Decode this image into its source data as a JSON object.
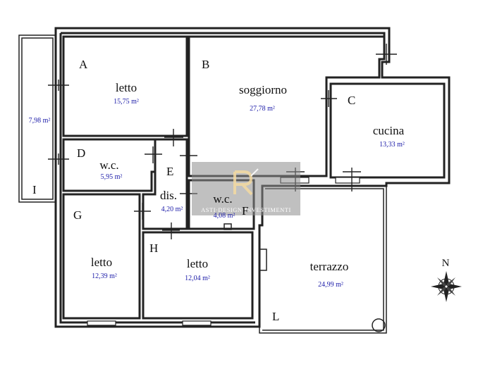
{
  "rooms": {
    "A": {
      "letter": "A",
      "name": "letto",
      "area": "15,75 m²"
    },
    "B": {
      "letter": "B",
      "name": "soggiorno",
      "area": "27,78 m²"
    },
    "C": {
      "letter": "C",
      "name": "cucina",
      "area": "13,33 m²"
    },
    "D": {
      "letter": "D",
      "name": "w.c.",
      "area": "5,95 m²"
    },
    "E": {
      "letter": "E",
      "name": "dis.",
      "area": "4,20 m²"
    },
    "F": {
      "letter": "F",
      "name": "w.c.",
      "area": "4,08 m²"
    },
    "G": {
      "letter": "G",
      "name": "letto",
      "area": "12,39 m²"
    },
    "H": {
      "letter": "H",
      "name": "letto",
      "area": "12,04 m²"
    },
    "I": {
      "letter": "I",
      "area": "7,98 m²"
    },
    "L": {
      "letter": "L",
      "name": "terrazzo",
      "area": "24,99 m²"
    }
  },
  "compass": {
    "label": "N"
  },
  "watermark": {
    "text": "ASTI·DESIGN·INVESTIMENTI"
  },
  "colors": {
    "walls": "#222222",
    "area_text": "#1a1aa8",
    "watermark_bg": "#8c8c8c"
  }
}
